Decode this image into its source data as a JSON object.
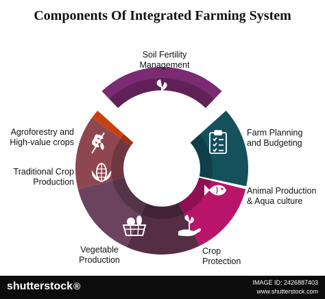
{
  "title": "Components Of Integrated Farming System",
  "segments": [
    {
      "id": "soil",
      "label_lines": [
        "Soil Fertility",
        "Management"
      ],
      "color": "#7b2b72",
      "icon": "plant-in-soil-icon"
    },
    {
      "id": "farm",
      "label_lines": [
        "Farm Planning",
        "and Budgeting"
      ],
      "color": "#14515d",
      "icon": "clipboard-checklist-icon"
    },
    {
      "id": "animal",
      "label_lines": [
        "Animal Production",
        "& Aqua culture"
      ],
      "color": "#b8156a",
      "icon": "fish-icon"
    },
    {
      "id": "crop",
      "label_lines": [
        "Crop",
        "Protection"
      ],
      "color": "#552e45",
      "icon": "hand-holding-sprout-icon"
    },
    {
      "id": "veg",
      "label_lines": [
        "Vegetable",
        "Production"
      ],
      "color": "#6c435e",
      "icon": "vegetable-basket-icon"
    },
    {
      "id": "trad",
      "label_lines": [
        "Traditional Crop",
        "Production"
      ],
      "color": "#8e4650",
      "icon": "corn-cob-icon"
    },
    {
      "id": "agro",
      "label_lines": [
        "Agroforestry and",
        "High-value crops"
      ],
      "color": "#c84012",
      "icon": "wheat-icon"
    }
  ],
  "footer": {
    "brand": "shutterstock",
    "brand_mark": "®",
    "id_line1": "IMAGE ID: 2426887403",
    "id_line2": "www.shutterstock.com"
  }
}
